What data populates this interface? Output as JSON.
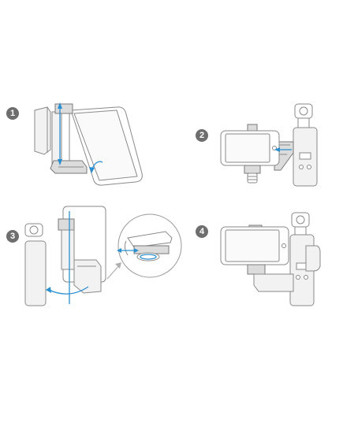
{
  "steps": [
    {
      "number": "1",
      "icon": "step-1-badge-icon"
    },
    {
      "number": "2",
      "icon": "step-2-badge-icon"
    },
    {
      "number": "3",
      "icon": "step-3-badge-icon"
    },
    {
      "number": "4",
      "icon": "step-4-badge-icon"
    }
  ],
  "colors": {
    "badge": "#6e6e6e",
    "arrow": "#2a8fd0",
    "line": "#8a8a8a"
  }
}
